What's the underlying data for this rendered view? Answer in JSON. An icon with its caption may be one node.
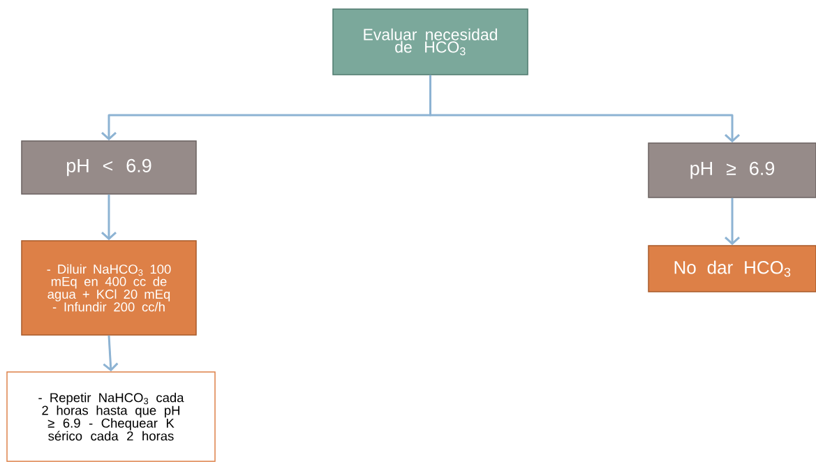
{
  "diagram": {
    "nodes": [
      {
        "text": [
          "Evaluar necesidad de HCO$_{3}$"
        ]
      },
      {
        "text": [
          "pH < 6.9"
        ]
      },
      {
        "text": [
          "pH ≥ 6.9"
        ]
      },
      {
        "text": [
          "- Diluir NaHCO$_{3}$ 100 mEq en 400 cc de agua + KCl 20 mEq - Infundir 200 cc/h"
        ]
      },
      {
        "text": [
          "- Repetir NaHCO$_{3}$ cada 2 horas hasta que pH ≥ 6.9 - Chequear K sérico cada 2 horas"
        ]
      },
      {
        "text": [
          "No dar HCO$_{3}$"
        ]
      }
    ],
    "edges": [
      {
        "from": 0,
        "to": 1,
        "arrow": "to"
      },
      {
        "from": 0,
        "to": 2,
        "arrow": "to"
      },
      {
        "from": 1,
        "to": 3,
        "arrow": "to"
      },
      {
        "from": 3,
        "to": 4,
        "arrow": "to"
      },
      {
        "from": 2,
        "to": 5,
        "arrow": "to"
      }
    ]
  }
}
